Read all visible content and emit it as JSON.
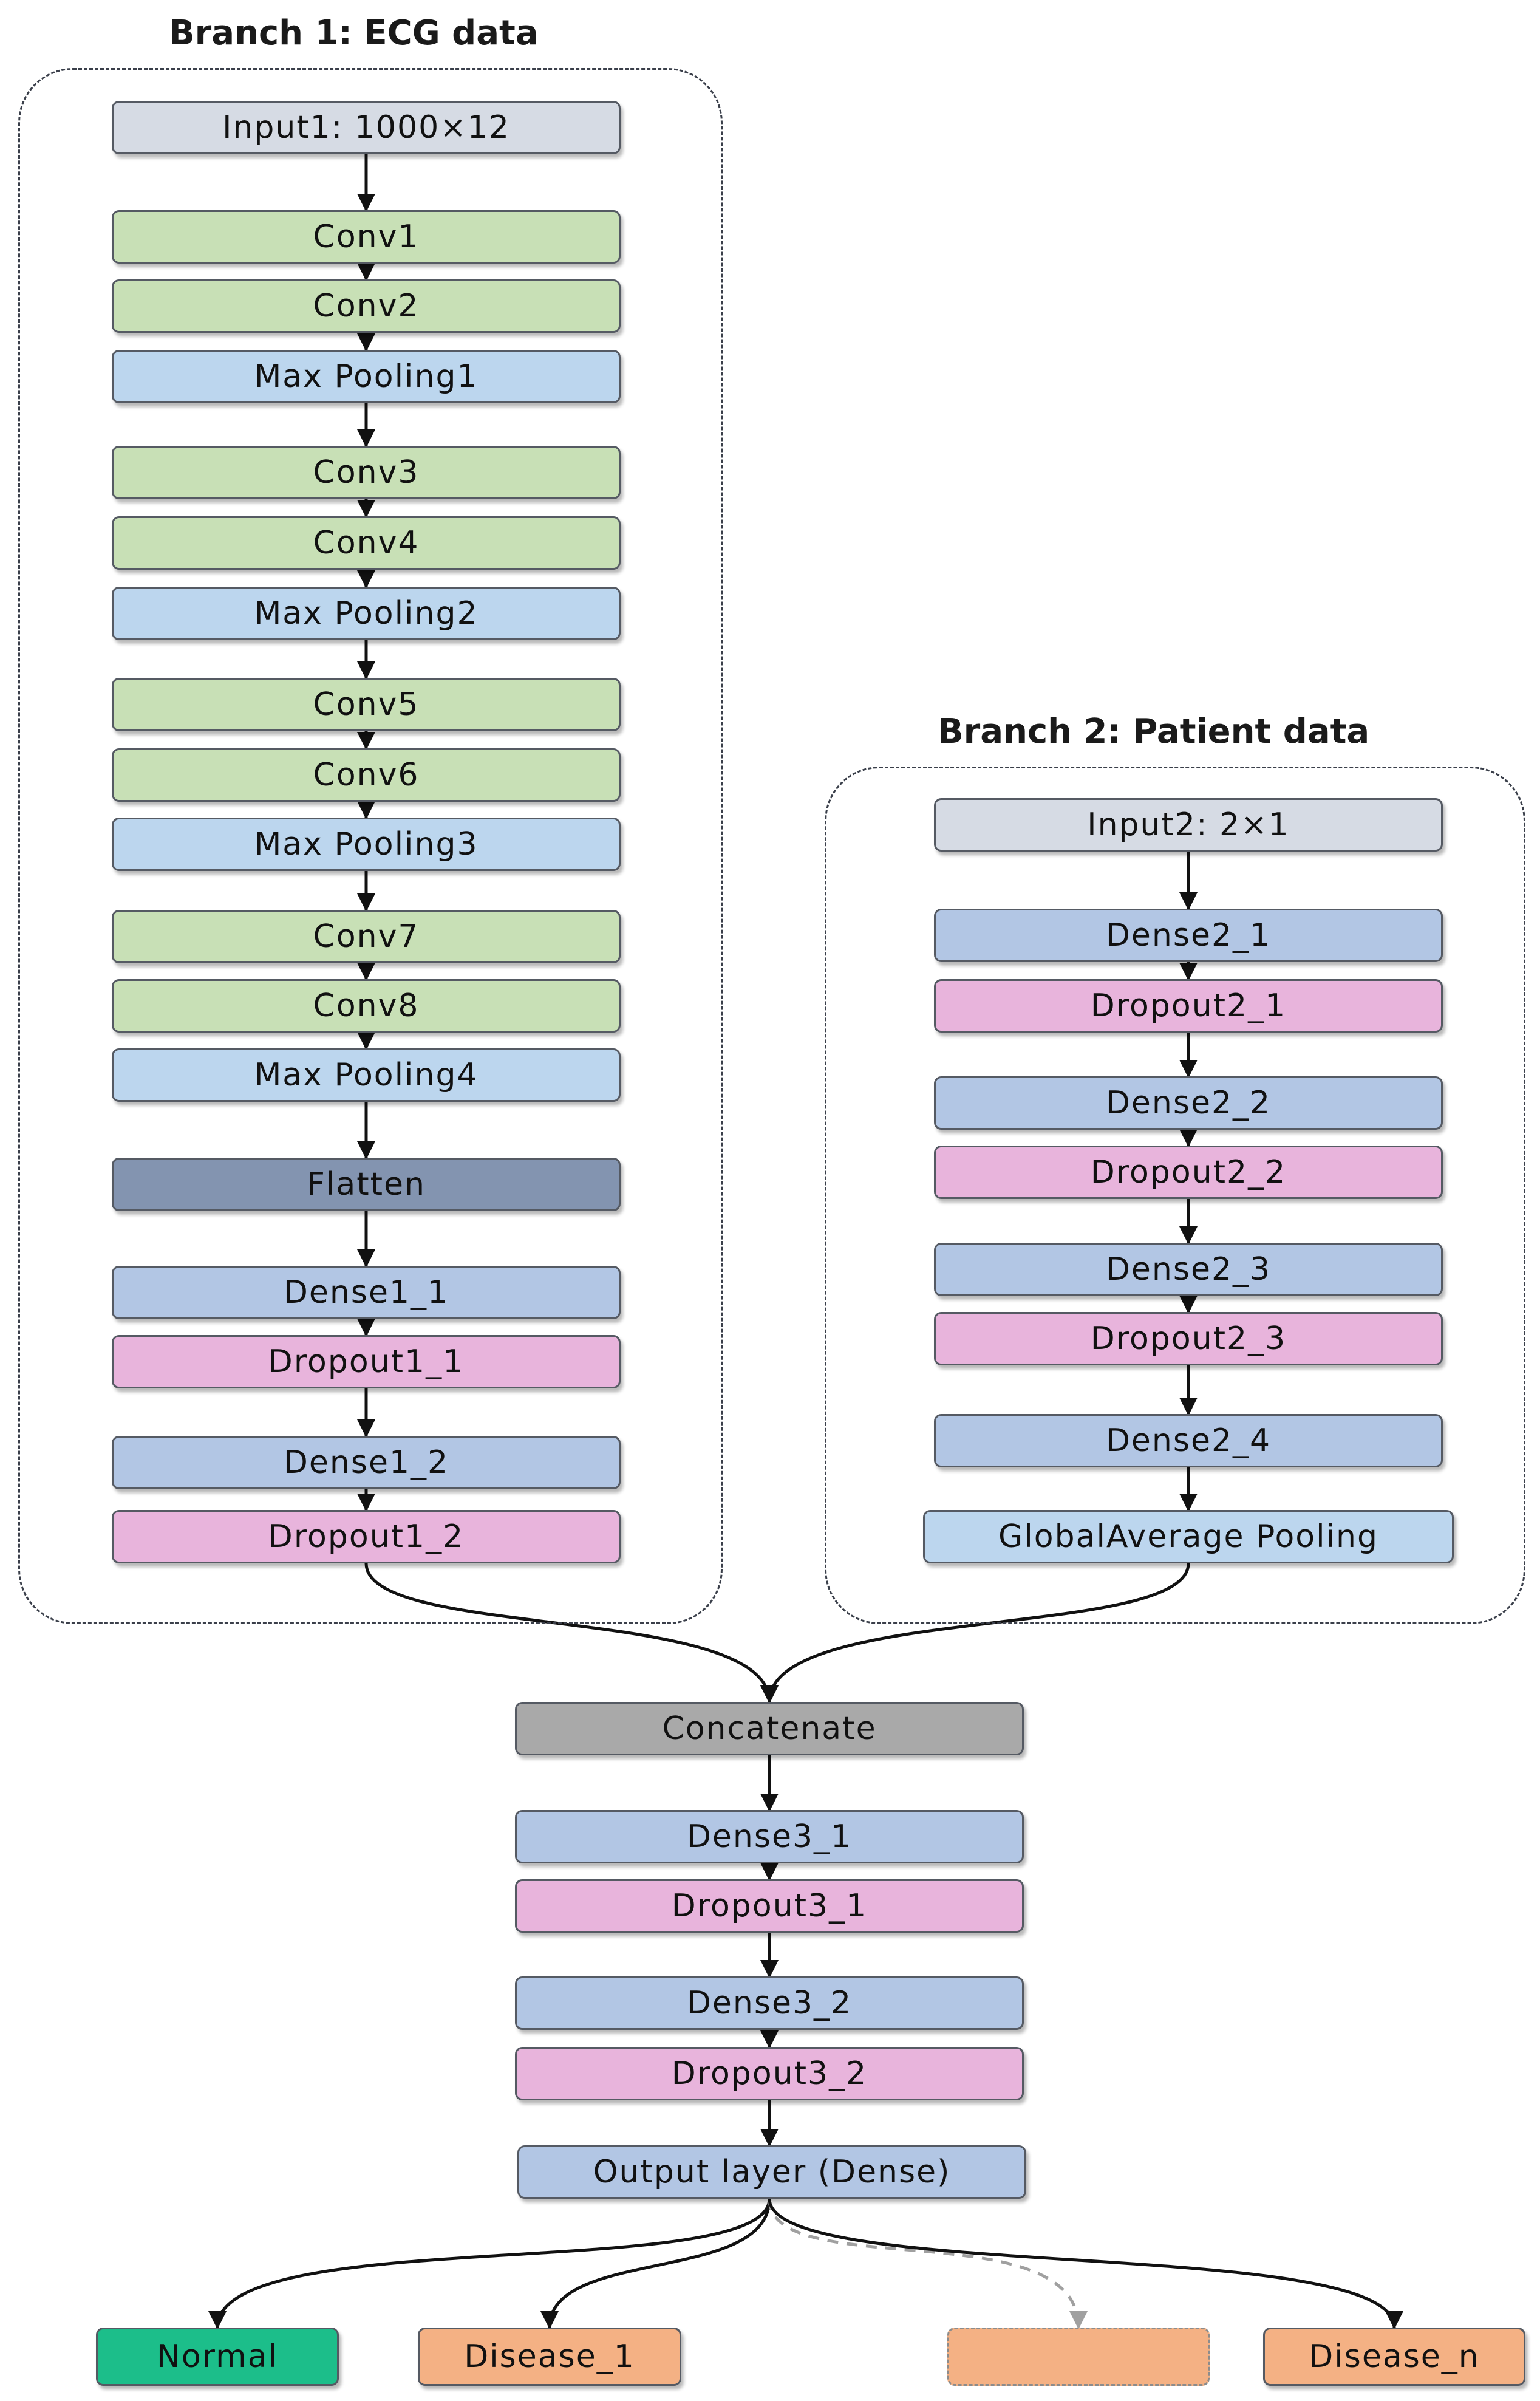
{
  "branch1": {
    "title": "Branch 1: ECG data",
    "nodes": [
      "Input1: 1000×12",
      "Conv1",
      "Conv2",
      "Max Pooling1",
      "Conv3",
      "Conv4",
      "Max Pooling2",
      "Conv5",
      "Conv6",
      "Max Pooling3",
      "Conv7",
      "Conv8",
      "Max Pooling4",
      "Flatten",
      "Dense1_1",
      "Dropout1_1",
      "Dense1_2",
      "Dropout1_2"
    ]
  },
  "branch2": {
    "title": "Branch 2: Patient data",
    "nodes": [
      "Input2: 2×1",
      "Dense2_1",
      "Dropout2_1",
      "Dense2_2",
      "Dropout2_2",
      "Dense2_3",
      "Dropout2_3",
      "Dense2_4",
      "GlobalAverage Pooling"
    ]
  },
  "merge": {
    "nodes": [
      "Concatenate",
      "Dense3_1",
      "Dropout3_1",
      "Dense3_2",
      "Dropout3_2",
      "Output layer (Dense)"
    ]
  },
  "outputs": [
    "Normal",
    "Disease_1",
    "",
    "Disease_n"
  ],
  "colors": {
    "input": "#d6dbe4",
    "conv": "#c8e0b6",
    "pooling": "#bcd6ee",
    "dense": "#b2c6e4",
    "dropout": "#e8b4dc",
    "flatten": "#8394b0",
    "concatenate": "#a9a9a9",
    "normal": "#1cbe8a",
    "disease": "#f4b184"
  }
}
